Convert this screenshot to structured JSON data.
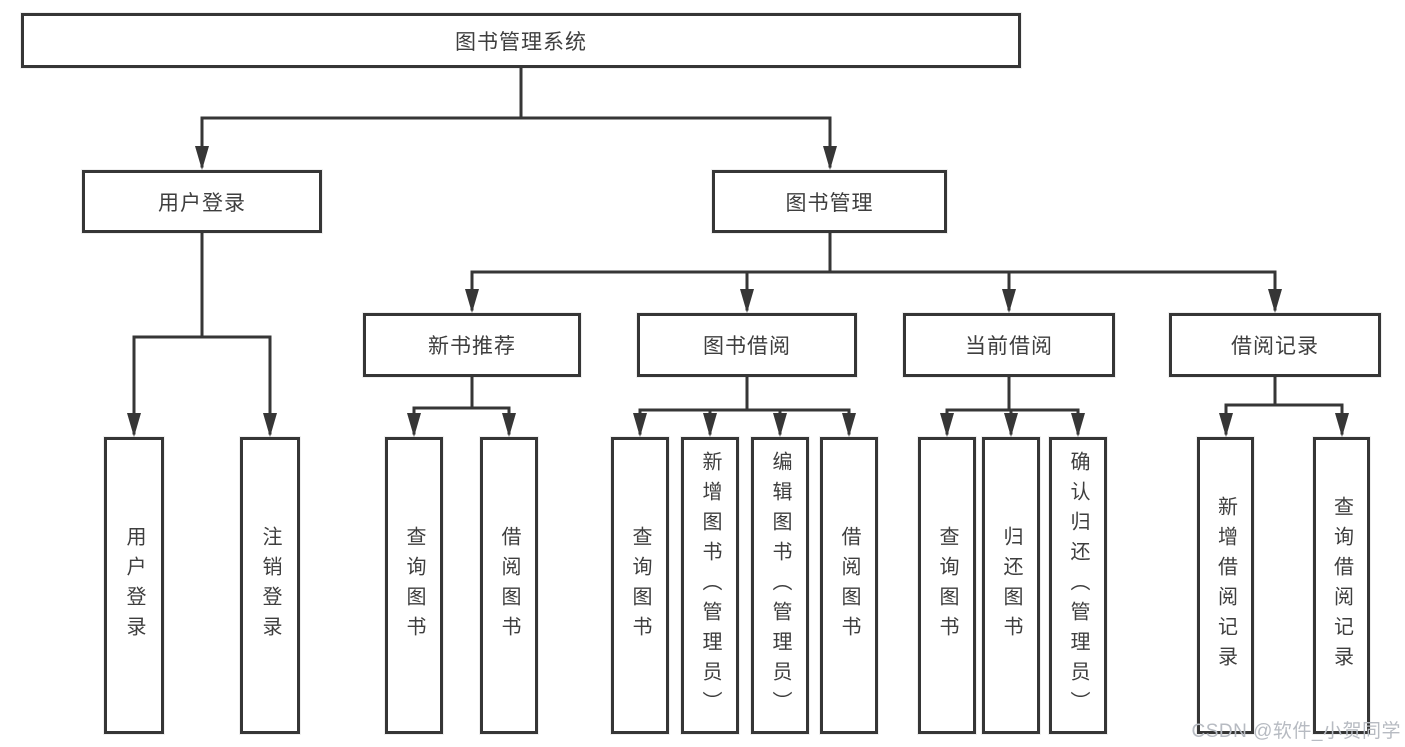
{
  "diagram": {
    "title_node": {
      "id": "root",
      "label": "图书管理系统"
    },
    "level2": [
      {
        "id": "user-login",
        "label": "用户登录"
      },
      {
        "id": "book-mgmt",
        "label": "图书管理"
      }
    ],
    "level3": [
      {
        "id": "new-book-rec",
        "label": "新书推荐",
        "parent": "book-mgmt"
      },
      {
        "id": "book-borrow",
        "label": "图书借阅",
        "parent": "book-mgmt"
      },
      {
        "id": "current-borrow",
        "label": "当前借阅",
        "parent": "book-mgmt"
      },
      {
        "id": "borrow-records",
        "label": "借阅记录",
        "parent": "book-mgmt"
      }
    ],
    "leaves": [
      {
        "id": "leaf-user-login",
        "label": "用户登录",
        "parent": "user-login"
      },
      {
        "id": "leaf-logout",
        "label": "注销登录",
        "parent": "user-login"
      },
      {
        "id": "leaf-query-book-rec",
        "label": "查询图书",
        "parent": "new-book-rec"
      },
      {
        "id": "leaf-borrow-book-rec",
        "label": "借阅图书",
        "parent": "new-book-rec"
      },
      {
        "id": "leaf-query-book-borrow",
        "label": "查询图书",
        "parent": "book-borrow"
      },
      {
        "id": "leaf-add-book-admin",
        "label": "新增图书（管理员）",
        "parent": "book-borrow"
      },
      {
        "id": "leaf-edit-book-admin",
        "label": "编辑图书（管理员）",
        "parent": "book-borrow"
      },
      {
        "id": "leaf-borrow-book",
        "label": "借阅图书",
        "parent": "book-borrow"
      },
      {
        "id": "leaf-query-book-current",
        "label": "查询图书",
        "parent": "current-borrow"
      },
      {
        "id": "leaf-return-book",
        "label": "归还图书",
        "parent": "current-borrow"
      },
      {
        "id": "leaf-confirm-return-admin",
        "label": "确认归还（管理员）",
        "parent": "current-borrow"
      },
      {
        "id": "leaf-add-borrow-record",
        "label": "新增借阅记录",
        "parent": "borrow-records"
      },
      {
        "id": "leaf-query-borrow-record",
        "label": "查询借阅记录",
        "parent": "borrow-records"
      }
    ],
    "colors": {
      "line": "#363636",
      "text": "#3e3e3e",
      "box_background": "#ffffff",
      "watermark_text": "#b7bbc2"
    }
  },
  "watermark": {
    "text": "CSDN @软件_小贺同学"
  }
}
